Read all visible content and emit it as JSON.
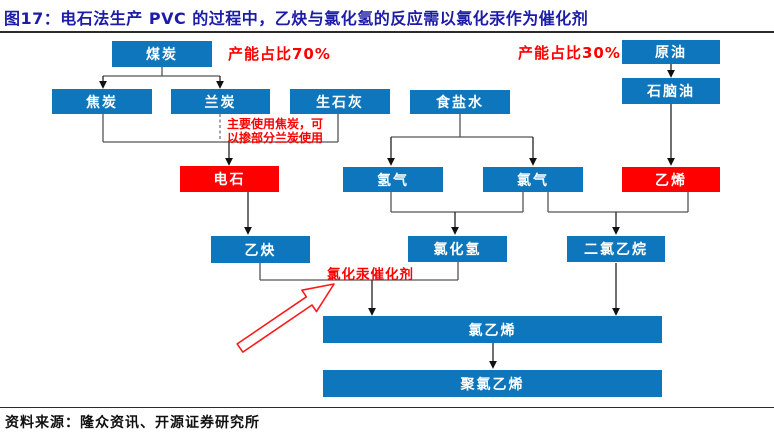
{
  "title": "图17：电石法生产 PVC 的过程中，乙炔与氯化氢的反应需以氯化汞作为催化剂",
  "footer": {
    "source": "资料来源：隆众资讯、开源证券研究所"
  },
  "annotations": {
    "capacity_left": "产能占比70%",
    "capacity_right": "产能占比30%",
    "note_line1": "主要使用焦炭，可",
    "note_line2": "以掺部分兰炭使用",
    "catalyst": "氯化汞催化剂"
  },
  "nodes": {
    "coal": "煤炭",
    "coke": "焦炭",
    "semi_coke": "兰炭",
    "quicklime": "生石灰",
    "brine": "食盐水",
    "crude_oil": "原油",
    "naphtha": "石脑油",
    "calcium_carbide": "电石",
    "hydrogen": "氢气",
    "chlorine": "氯气",
    "ethylene": "乙烯",
    "acetylene": "乙炔",
    "hydrogen_chloride": "氯化氢",
    "dichloroethane": "二氯乙烷",
    "vinyl_chloride": "氯乙烯",
    "pvc": "聚氯乙烯"
  },
  "colors": {
    "box_blue": "#0E76BC",
    "box_red": "#FE0000",
    "annotation_red": "#FF0000",
    "title_blue": "#1C1CA8"
  }
}
